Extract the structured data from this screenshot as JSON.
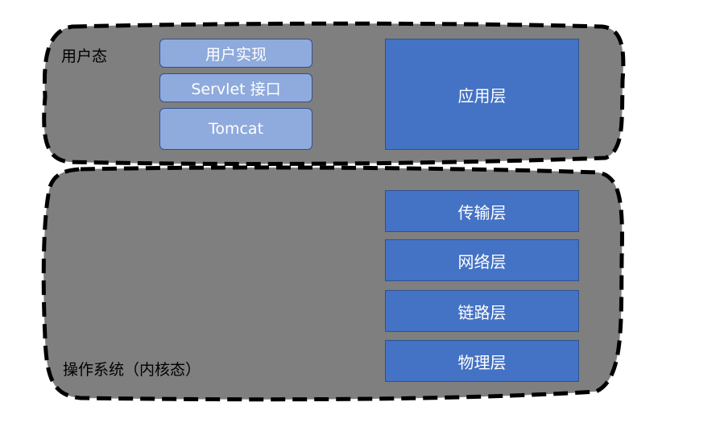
{
  "user_space": {
    "label": "用户态",
    "components": [
      {
        "label": "用户实现"
      },
      {
        "label": "Servlet 接口"
      },
      {
        "label": "Tomcat"
      }
    ],
    "layer": {
      "label": "应用层"
    }
  },
  "kernel_space": {
    "label": "操作系统（内核态）",
    "layers": [
      {
        "label": "传输层"
      },
      {
        "label": "网络层"
      },
      {
        "label": "链路层"
      },
      {
        "label": "物理层"
      }
    ]
  },
  "colors": {
    "region_fill": "#7f7f7f",
    "light_box": "#8faadc",
    "dark_box": "#4472c4",
    "box_border": "#2f528f",
    "outline": "#000000"
  }
}
